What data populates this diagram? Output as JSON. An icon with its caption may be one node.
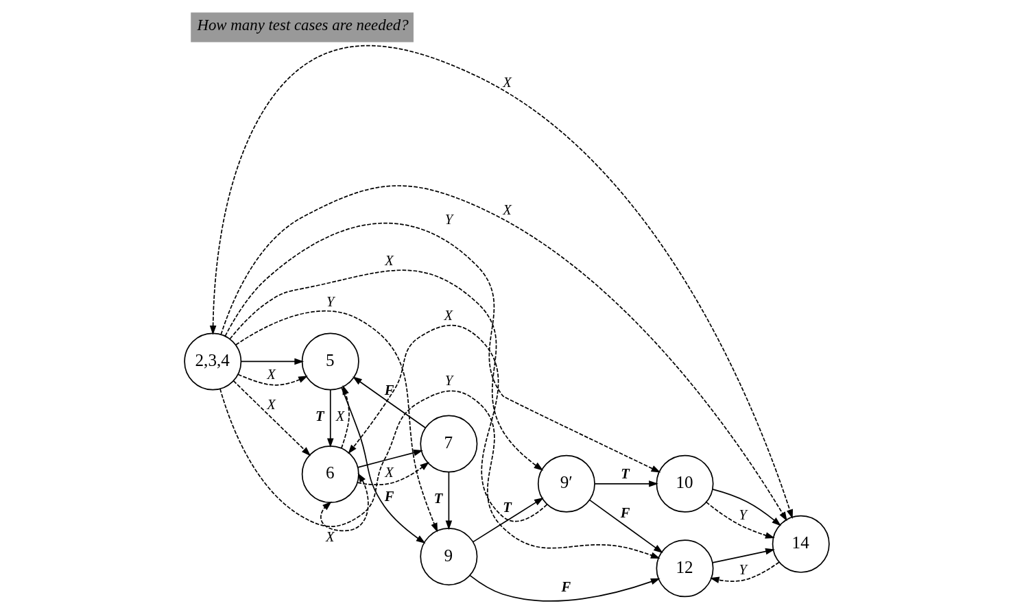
{
  "diagram": {
    "title": "How many test cases are needed?",
    "nodes": [
      {
        "text": [
          "2,3,4"
        ]
      },
      {
        "text": [
          "5"
        ]
      },
      {
        "text": [
          "6"
        ]
      },
      {
        "text": [
          "7"
        ]
      },
      {
        "text": [
          "9"
        ]
      },
      {
        "text": [
          "9′"
        ]
      },
      {
        "text": [
          "10"
        ]
      },
      {
        "text": [
          "12"
        ]
      },
      {
        "text": [
          "14"
        ]
      }
    ],
    "edges": [
      {
        "from": 0,
        "to": 1,
        "arrow": "to"
      },
      {
        "from": 1,
        "to": 2,
        "arrow": "to",
        "label": "T"
      },
      {
        "from": 2,
        "to": 3,
        "arrow": "to"
      },
      {
        "from": 3,
        "to": 1,
        "arrow": "to",
        "label": "F"
      },
      {
        "from": 3,
        "to": 4,
        "arrow": "to",
        "label": "T"
      },
      {
        "from": 1,
        "to": 4,
        "arrow": "to",
        "label": "F"
      },
      {
        "from": 4,
        "to": 5,
        "arrow": "to",
        "label": "T"
      },
      {
        "from": 4,
        "to": 7,
        "arrow": "to",
        "label": "F"
      },
      {
        "from": 5,
        "to": 6,
        "arrow": "to",
        "label": "T"
      },
      {
        "from": 5,
        "to": 7,
        "arrow": "to",
        "label": "F"
      },
      {
        "from": 6,
        "to": 8,
        "arrow": "to"
      },
      {
        "from": 7,
        "to": 8,
        "arrow": "to"
      },
      {
        "from": 0,
        "to": 2,
        "arrow": "to",
        "label": "X",
        "style": "dashed"
      },
      {
        "from": 2,
        "to": 1,
        "arrow": "to",
        "label": "X",
        "style": "dashed"
      },
      {
        "from": 2,
        "to": 3,
        "arrow": "to",
        "label": "X",
        "style": "dashed"
      },
      {
        "from": 2,
        "to": 2,
        "arrow": "both",
        "label": "X",
        "style": "dashed"
      },
      {
        "from": 5,
        "to": 2,
        "arrow": "to",
        "label": "X",
        "style": "dashed"
      },
      {
        "from": 0,
        "to": 6,
        "arrow": "to",
        "label": "Y",
        "style": "dashed"
      },
      {
        "from": 0,
        "to": 8,
        "arrow": "both",
        "label": "X",
        "style": "dashed"
      },
      {
        "from": 6,
        "to": 8,
        "arrow": "to",
        "label": "Y",
        "style": "dashed"
      },
      {
        "from": 0,
        "to": 1,
        "arrow": "to",
        "label": "X",
        "style": "dashed"
      },
      {
        "from": 0,
        "to": 4,
        "arrow": "to",
        "label": "Y",
        "style": "dashed"
      },
      {
        "from": 0,
        "to": 5,
        "arrow": "to",
        "label": "X",
        "style": "dashed"
      },
      {
        "from": 0,
        "to": 7,
        "arrow": "to",
        "label": "Y",
        "style": "dashed"
      },
      {
        "from": 0,
        "to": 8,
        "arrow": "to",
        "label": "X",
        "style": "dashed"
      },
      {
        "from": 8,
        "to": 7,
        "arrow": "to",
        "label": "Y",
        "style": "dashed"
      }
    ]
  }
}
